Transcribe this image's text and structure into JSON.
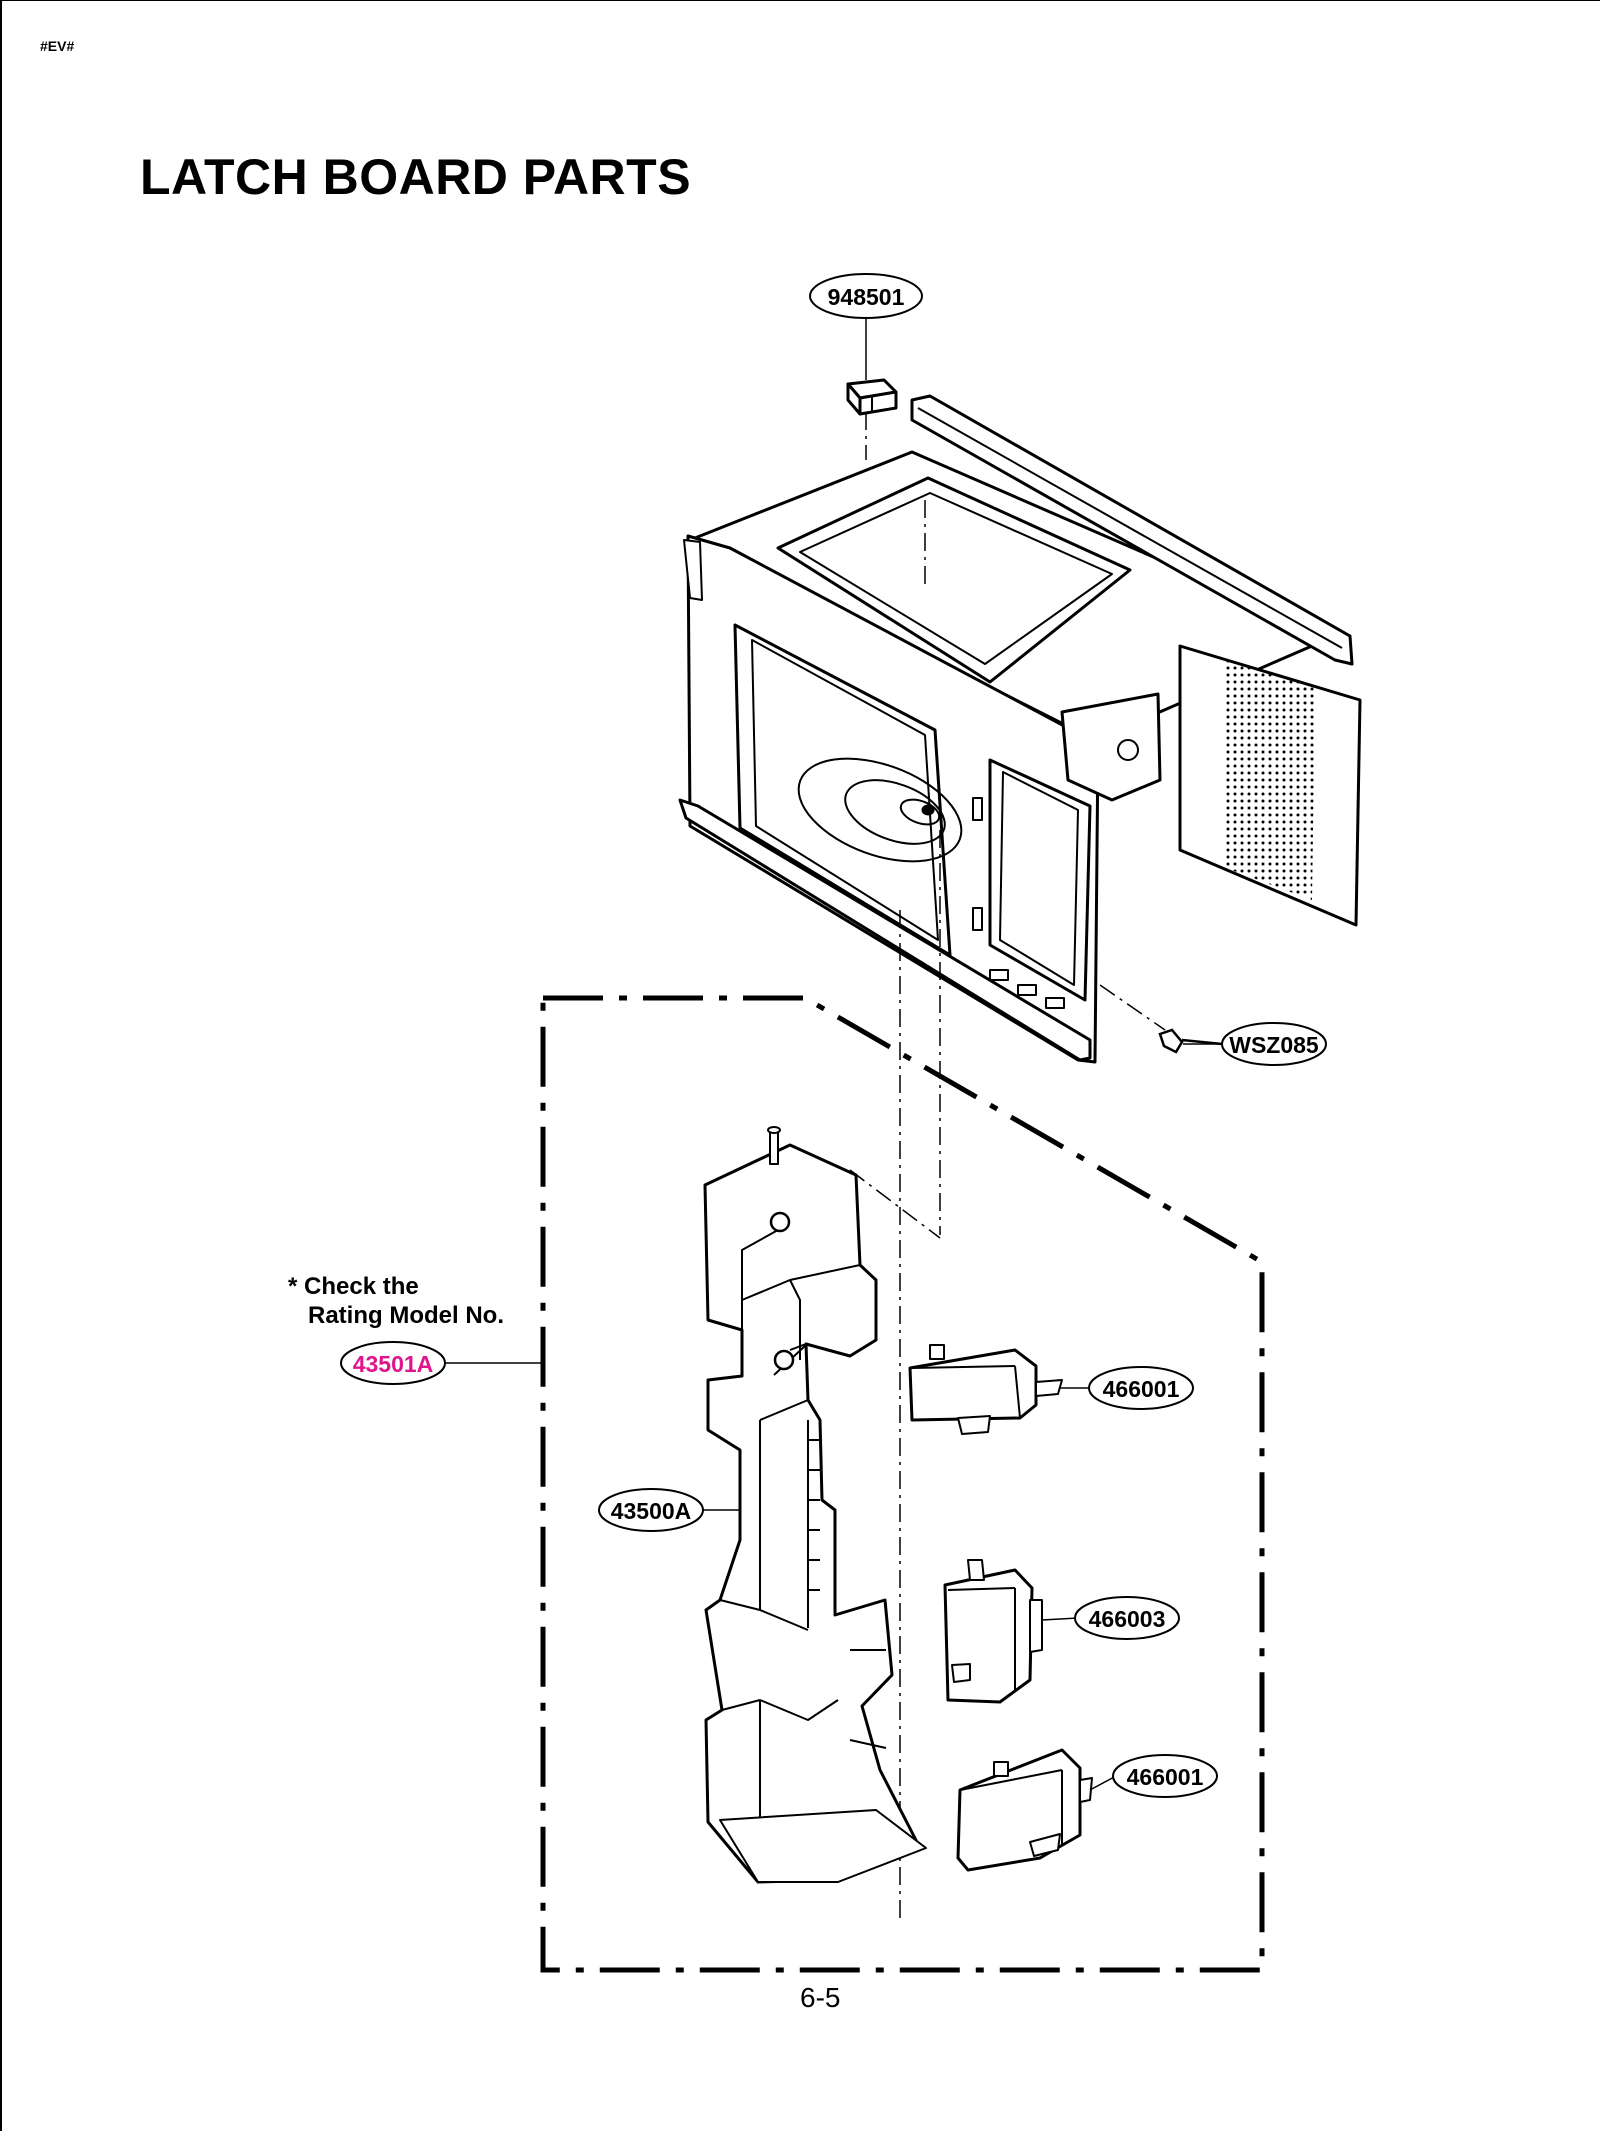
{
  "header": {
    "code": "#EV#"
  },
  "title": "LATCH BOARD PARTS",
  "note": {
    "line1": "* Check the",
    "line2": "Rating Model No."
  },
  "parts": {
    "p948501": {
      "label": "948501"
    },
    "wsz085": {
      "label": "WSZ085"
    },
    "p43501a": {
      "label": "43501A",
      "color": "#e0148c"
    },
    "p43500a": {
      "label": "43500A"
    },
    "p466001_top": {
      "label": "466001"
    },
    "p466003": {
      "label": "466003"
    },
    "p466001_bottom": {
      "label": "466001"
    }
  },
  "footer": {
    "page_number": "6-5"
  }
}
